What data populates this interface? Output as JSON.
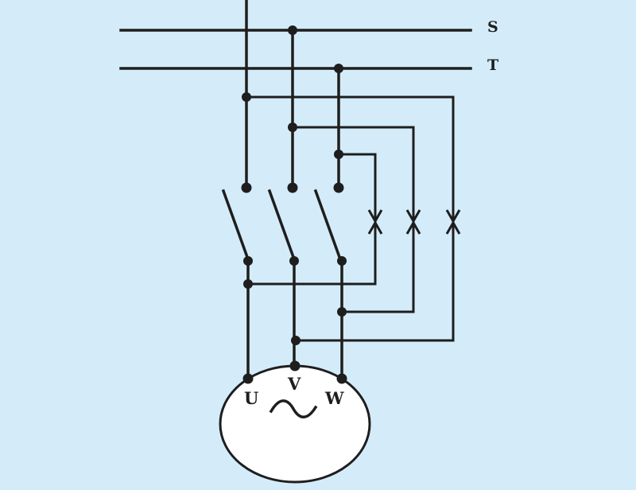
{
  "diagram": {
    "type": "circuit-schematic",
    "line_labels": {
      "S": "S",
      "T": "T"
    },
    "motor": {
      "terminals": {
        "U": "U",
        "V": "V",
        "W": "W"
      },
      "symbol": "ac-wave-icon"
    },
    "colors": {
      "background": "#d4ecf9",
      "line": "#1e1e1e",
      "motor_fill": "#ffffff"
    }
  }
}
